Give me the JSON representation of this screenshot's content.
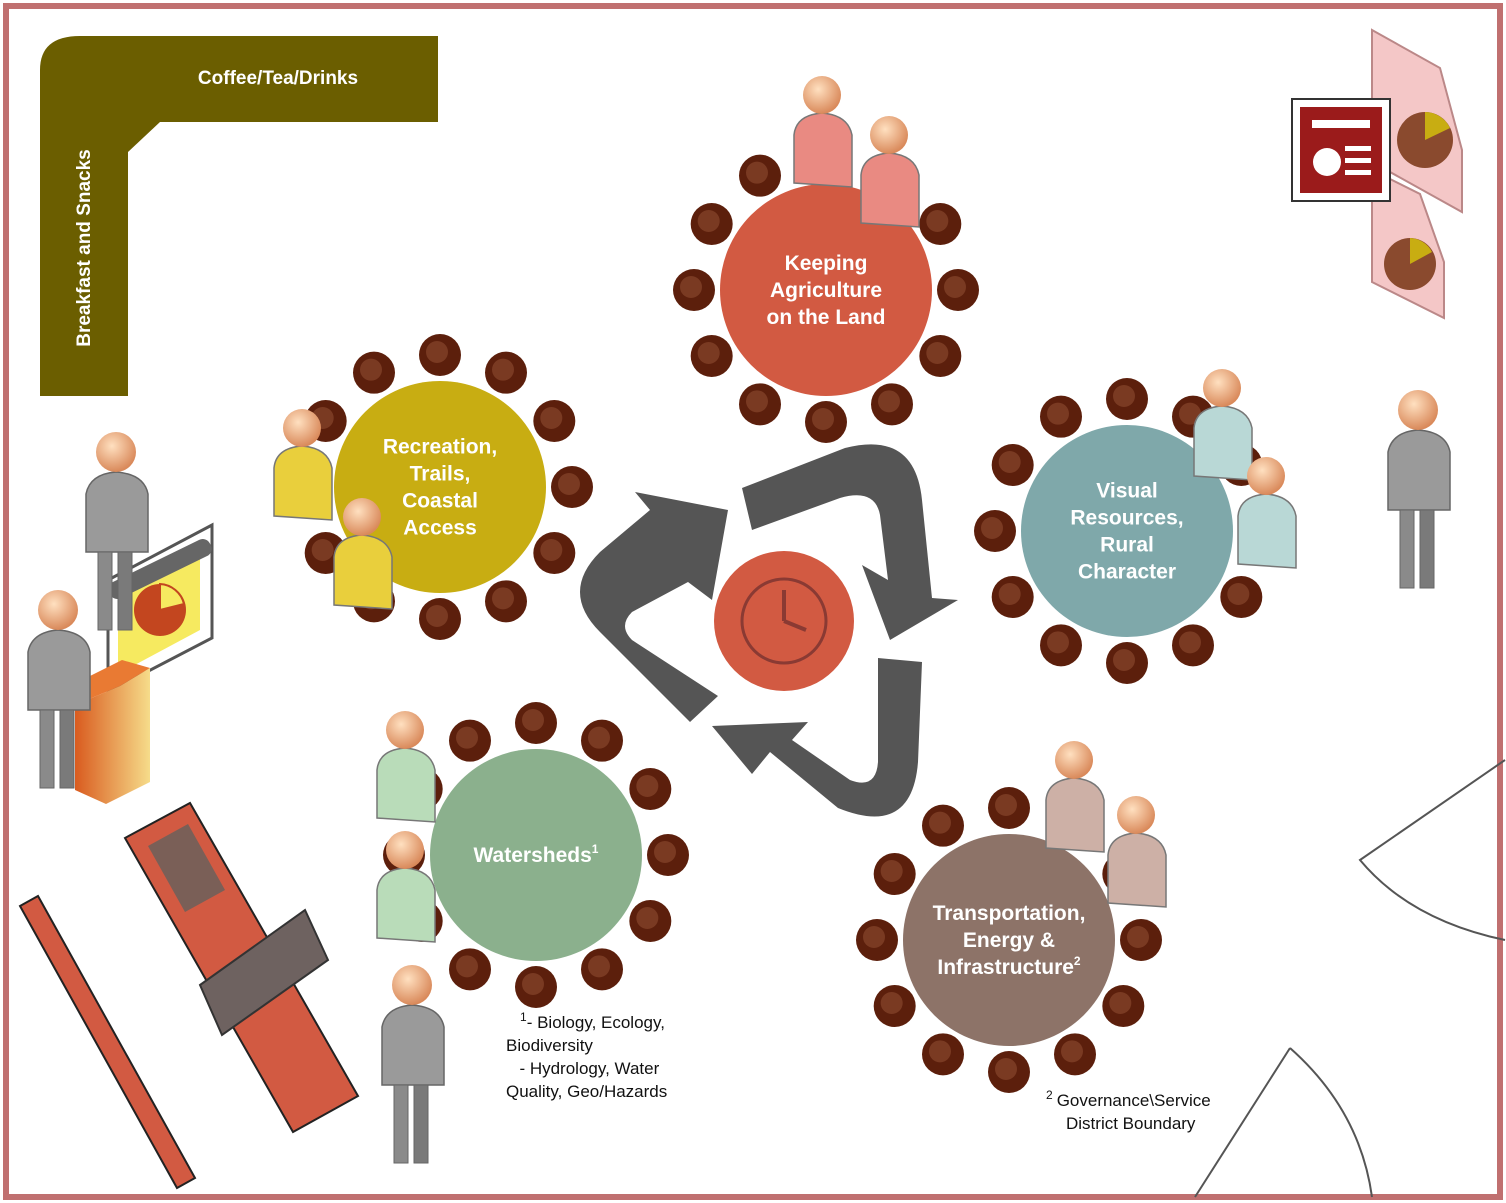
{
  "refreshments": {
    "drinks_label": "Coffee/Tea/Drinks",
    "food_label": "Breakfast and Snacks",
    "color": "#6b5e00"
  },
  "tables": [
    {
      "id": "agriculture",
      "lines": [
        "Keeping",
        "Agriculture",
        "on the Land"
      ],
      "color": "#d25a42",
      "person_color": "#e98a82"
    },
    {
      "id": "recreation",
      "lines": [
        "Recreation,",
        "Trails,",
        "Coastal",
        "Access"
      ],
      "color": "#c8ad12",
      "person_color": "#e9cf3c"
    },
    {
      "id": "visual",
      "lines": [
        "Visual",
        "Resources,",
        "Rural",
        "Character"
      ],
      "color": "#7fa8aa",
      "person_color": "#b9d8d6"
    },
    {
      "id": "watersheds",
      "lines": [
        "Watersheds"
      ],
      "sup": "1",
      "color": "#8bb08d",
      "person_color": "#b9dcb9"
    },
    {
      "id": "transportation",
      "lines": [
        "Transportation,",
        "Energy &",
        "Infrastructure"
      ],
      "sup": "2",
      "color": "#8d7368",
      "person_color": "#cdb0a6"
    }
  ],
  "footnotes": {
    "one": [
      "- Biology, Ecology,",
      "Biodiversity",
      "  - Hydrology, Water",
      "Quality, Geo/Hazards"
    ],
    "one_marker": "1",
    "two": [
      "Governance\\Service",
      "District Boundary"
    ],
    "two_marker": "2"
  },
  "icons": {
    "center": "clock-icon",
    "cycle": "rotation-arrows-icon",
    "presentation": "presentation-slides-icon"
  },
  "colors": {
    "chair": "#5c1f0c",
    "arrow": "#555555",
    "clock": "#d25a42",
    "border": "#c07070",
    "presentation": "#9b1b1b"
  }
}
